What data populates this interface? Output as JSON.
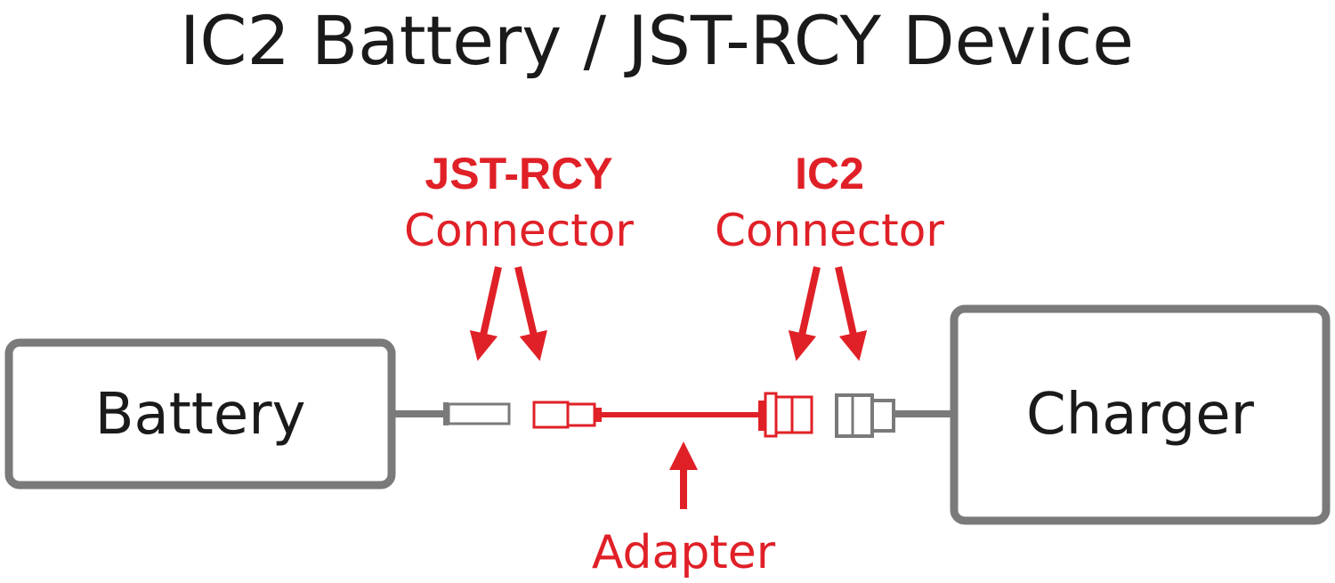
{
  "title": "IC2 Battery / JST-RCY Device",
  "battery_label": "Battery",
  "charger_label": "Charger",
  "jst_label_line1": "JST-RCY",
  "jst_label_line2": "Connector",
  "ic2_label_line1": "IC2",
  "ic2_label_line2": "Connector",
  "adapter_label": "Adapter",
  "colors": {
    "accent": "#e02027",
    "device_gray": "#7a7a7a",
    "text": "#1a1a1a"
  }
}
